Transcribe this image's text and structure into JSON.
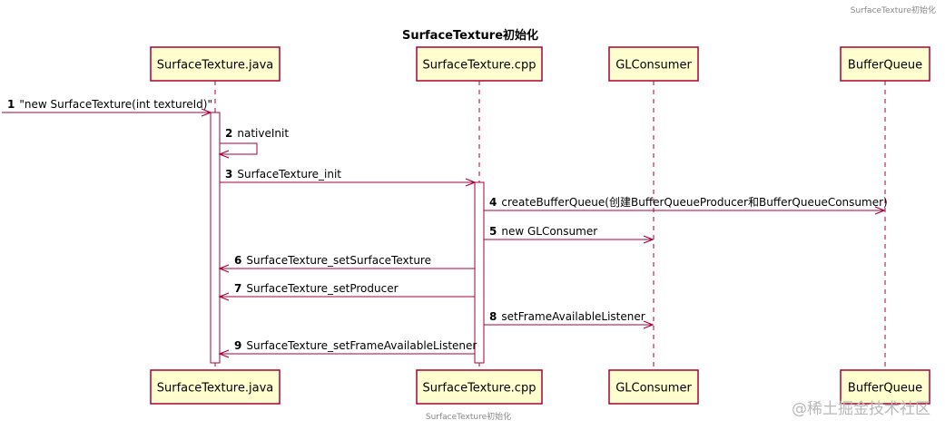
{
  "header": "SurfaceTexture初始化",
  "title": "SurfaceTexture初始化",
  "caption": "SurfaceTexture初始化",
  "watermark": "@稀土掘金技术社区",
  "colors": {
    "participant_fill": "#fefece",
    "participant_border": "#a80036",
    "arrow": "#a80036",
    "lifeline": "#a80036",
    "activation_fill": "#ffffff"
  },
  "participants": [
    {
      "id": "java",
      "label": "SurfaceTexture.java"
    },
    {
      "id": "cpp",
      "label": "SurfaceTexture.cpp"
    },
    {
      "id": "glc",
      "label": "GLConsumer"
    },
    {
      "id": "bq",
      "label": "BufferQueue"
    }
  ],
  "messages": [
    {
      "num": "1",
      "text": "\"new SurfaceTexture(int textureId)\"",
      "from": "external",
      "to": "java"
    },
    {
      "num": "2",
      "text": "nativeInit",
      "from": "java",
      "to": "java"
    },
    {
      "num": "3",
      "text": "SurfaceTexture_init",
      "from": "java",
      "to": "cpp"
    },
    {
      "num": "4",
      "text": "createBufferQueue(创建BufferQueueProducer和BufferQueueConsumer)",
      "from": "cpp",
      "to": "bq"
    },
    {
      "num": "5",
      "text": "new GLConsumer",
      "from": "cpp",
      "to": "glc"
    },
    {
      "num": "6",
      "text": "SurfaceTexture_setSurfaceTexture",
      "from": "cpp",
      "to": "java"
    },
    {
      "num": "7",
      "text": "SurfaceTexture_setProducer",
      "from": "cpp",
      "to": "java"
    },
    {
      "num": "8",
      "text": "setFrameAvailableListener",
      "from": "cpp",
      "to": "glc"
    },
    {
      "num": "9",
      "text": "SurfaceTexture_setFrameAvailableListener",
      "from": "cpp",
      "to": "java"
    }
  ],
  "activations": [
    {
      "participant": "java",
      "from_message": "1"
    },
    {
      "participant": "cpp",
      "from_message": "3"
    }
  ]
}
